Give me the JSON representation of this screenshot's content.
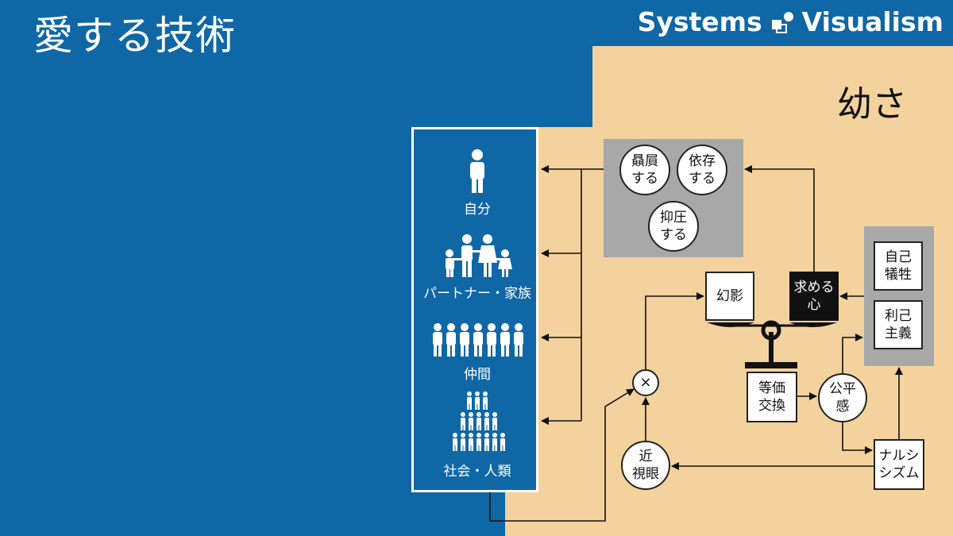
{
  "header": {
    "title": "愛する技術",
    "brand_left": "Systems",
    "brand_right": "Visualism",
    "brand_icon": "systems-visualism-logo-icon"
  },
  "panel": {
    "label": "幼さ"
  },
  "groups": [
    {
      "label": "自分",
      "icon": "person-icon"
    },
    {
      "label": "パートナー・家族",
      "icon": "family-icon"
    },
    {
      "label": "仲間",
      "icon": "peers-icon"
    },
    {
      "label": "社会・人類",
      "icon": "society-icon"
    }
  ],
  "behaviors": {
    "favoritism": "贔屓\nする",
    "dependence": "依存\nする",
    "suppression": "抑圧\nする"
  },
  "nodes": {
    "illusion": "幻影",
    "seeking_heart": "求める\n心",
    "self_sacrifice": "自己\n犠牲",
    "selfishness": "利己\n主義",
    "equal_exchange": "等価\n交換",
    "fairness": "公平\n感",
    "narcissism": "ナルシ\nシズム",
    "myopia": "近\n視眼",
    "multiply": "×"
  },
  "colors": {
    "background": "#0f67a6",
    "panel": "#f4d29d",
    "gray": "#a8a8a8",
    "line": "#111111"
  }
}
